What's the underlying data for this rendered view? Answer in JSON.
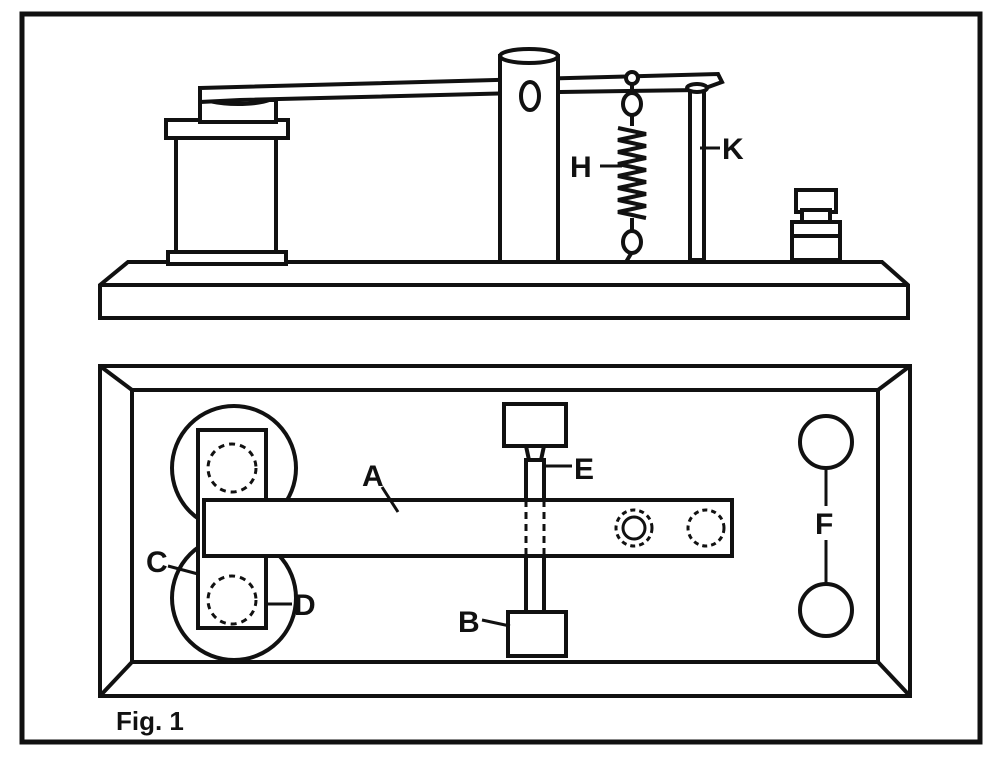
{
  "figure": {
    "caption": "Fig. 1",
    "labels": {
      "a": "A",
      "b": "B",
      "c": "C",
      "d": "D",
      "e": "E",
      "f": "F",
      "h": "H",
      "k": "K"
    }
  },
  "colors": {
    "ink": "#111111",
    "paper": "#ffffff"
  }
}
